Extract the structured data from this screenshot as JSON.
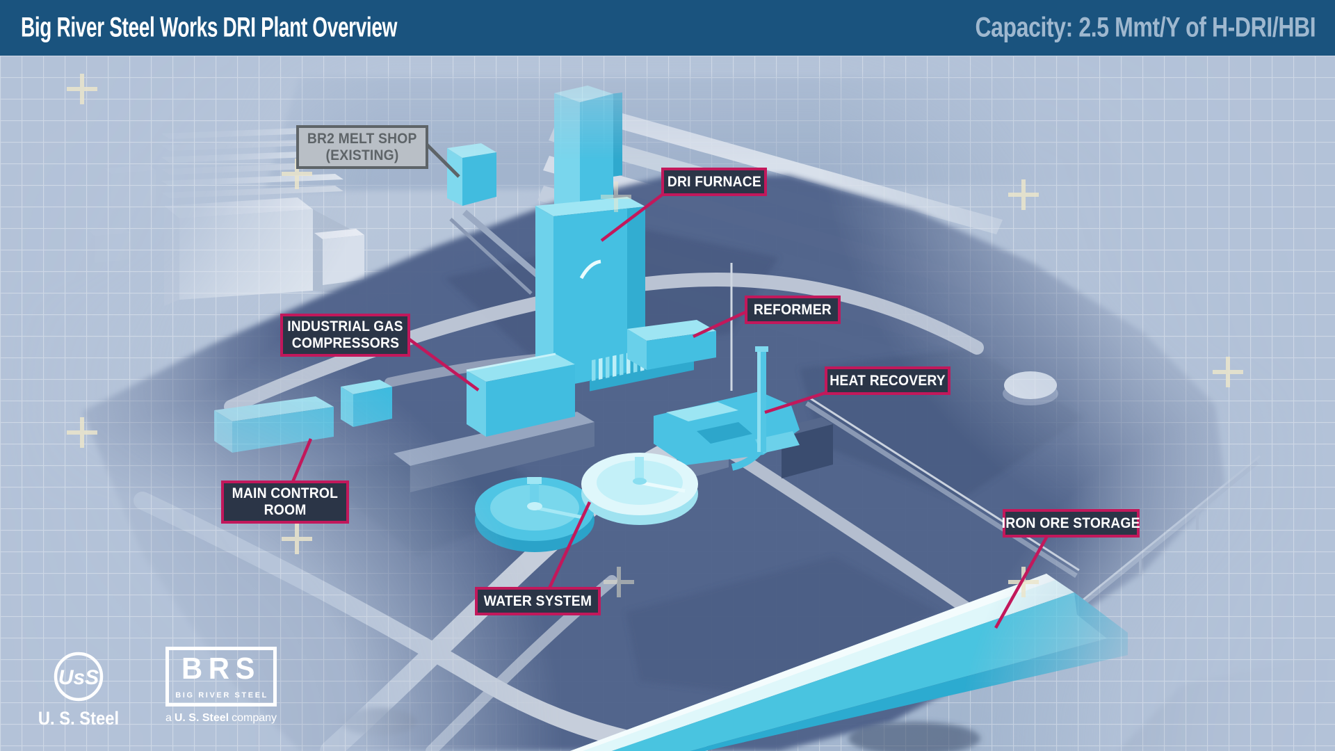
{
  "header": {
    "title": "Big River Steel Works DRI Plant Overview",
    "capacity": "Capacity: 2.5 Mmt/Y of H-DRI/HBI"
  },
  "colors": {
    "header_bg": "#1A537E",
    "header_capacity_text": "#9FB8CF",
    "accent_crimson": "#C2185B",
    "label_navy_bg": "#2B3547",
    "existing_label_gray": "#5E6468",
    "highlight_cyan": "#45C1E3",
    "background_grid_blue": "#AFBFD5"
  },
  "labels": {
    "br2_melt_shop": {
      "line1": "BR2 MELT SHOP",
      "line2": "(EXISTING)"
    },
    "dri_furnace": {
      "text": "DRI FURNACE"
    },
    "reformer": {
      "text": "REFORMER"
    },
    "heat_recovery": {
      "text": "HEAT RECOVERY"
    },
    "industrial_gas_compressors": {
      "line1": "INDUSTRIAL GAS",
      "line2": "COMPRESSORS"
    },
    "main_control_room": {
      "line1": "MAIN CONTROL",
      "line2": "ROOM"
    },
    "water_system": {
      "text": "WATER SYSTEM"
    },
    "iron_ore_storage": {
      "text": "IRON ORE STORAGE"
    }
  },
  "footer": {
    "uss_monogram": "UsS",
    "uss_wordmark": "U. S. Steel",
    "brs_monogram": "BRS",
    "brs_name": "BIG RIVER STEEL",
    "tagline_a": "a",
    "tagline_bold": "U. S. Steel",
    "tagline_rest": "company"
  }
}
